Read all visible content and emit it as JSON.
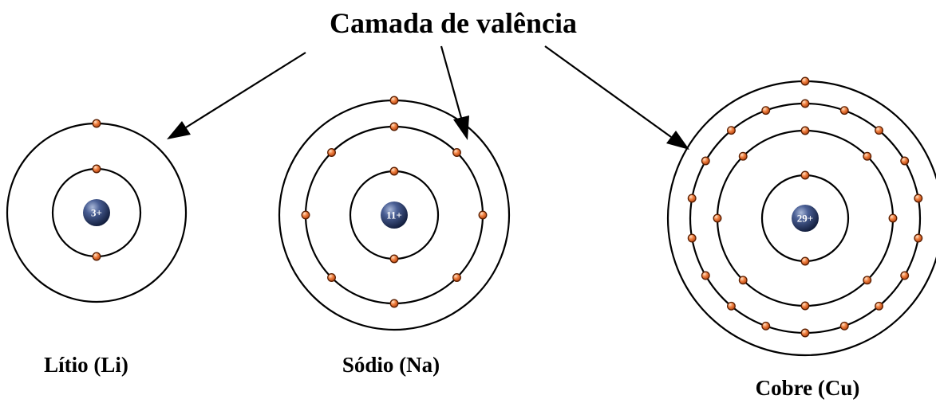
{
  "title": "Camada de valência",
  "colors": {
    "nucleus": "#1f2d55",
    "electron": "#e0662a",
    "line": "#000000"
  },
  "atoms": [
    {
      "name": "Lítio (Li)",
      "charge": "3+",
      "shells": [
        2,
        1
      ]
    },
    {
      "name": "Sódio (Na)",
      "charge": "11+",
      "shells": [
        2,
        8,
        1
      ]
    },
    {
      "name": "Cobre (Cu)",
      "charge": "29+",
      "shells": [
        2,
        8,
        18,
        1
      ]
    }
  ]
}
